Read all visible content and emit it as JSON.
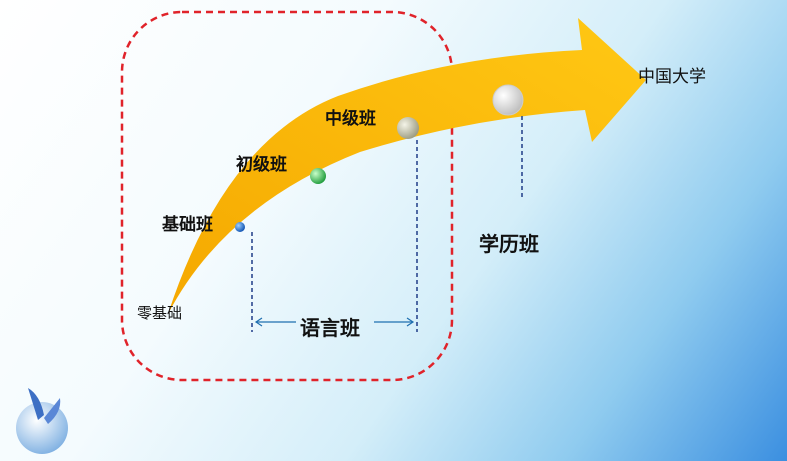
{
  "labels": {
    "start": "零基础",
    "basic": "基础班",
    "elementary": "初级班",
    "intermediate": "中级班",
    "degree": "学历班",
    "destination": "中国大学",
    "language": "语言班"
  },
  "colors": {
    "arrow": "#f7b500",
    "frame": "#e0232a",
    "guide": "#1f3c88"
  }
}
